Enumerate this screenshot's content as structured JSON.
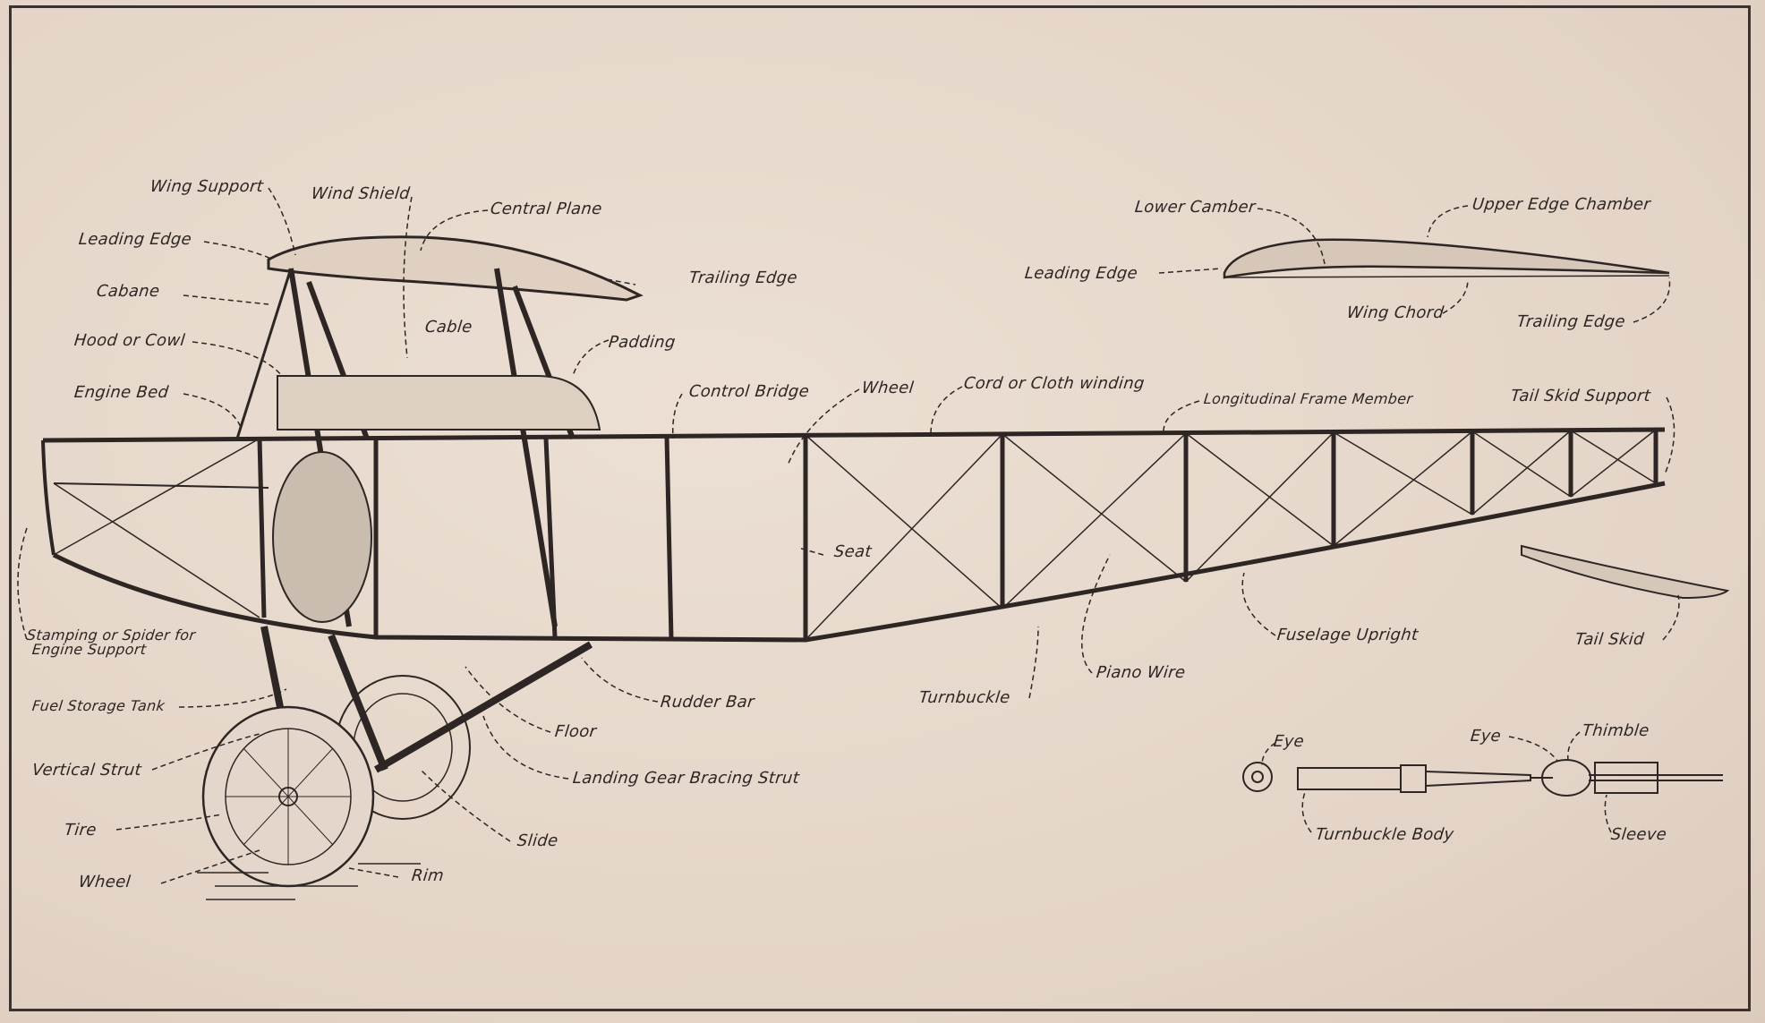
{
  "diagram": {
    "main_labels": {
      "wing_support": "Wing Support",
      "wind_shield": "Wind Shield",
      "central_plane": "Central Plane",
      "leading_edge": "Leading Edge",
      "trailing_edge": "Trailing Edge",
      "cabane": "Cabane",
      "cable": "Cable",
      "padding": "Padding",
      "hood_or_cowl": "Hood or Cowl",
      "engine_bed": "Engine Bed",
      "control_bridge": "Control Bridge",
      "wheel_control": "Wheel",
      "cord_winding": "Cord or Cloth winding",
      "longitudinal_member": "Longitudinal Frame Member",
      "tail_skid_support": "Tail Skid Support",
      "seat": "Seat",
      "stamping_line1": "Stamping or Spider for",
      "stamping_line2": "Engine Support",
      "fuel_tank": "Fuel Storage Tank",
      "rudder_bar": "Rudder Bar",
      "floor": "Floor",
      "vertical_strut": "Vertical Strut",
      "landing_gear_strut": "Landing Gear Bracing Strut",
      "tire": "Tire",
      "slide": "Slide",
      "wheel": "Wheel",
      "rim": "Rim",
      "turnbuckle": "Turnbuckle",
      "piano_wire": "Piano Wire",
      "fuselage_upright": "Fuselage Upright",
      "tail_skid": "Tail Skid"
    },
    "airfoil_labels": {
      "lower_camber": "Lower Camber",
      "upper_edge_chamber": "Upper Edge Chamber",
      "leading_edge": "Leading Edge",
      "wing_chord": "Wing Chord",
      "trailing_edge": "Trailing Edge"
    },
    "turnbuckle_labels": {
      "eye_left": "Eye",
      "eye_right": "Eye",
      "thimble": "Thimble",
      "turnbuckle_body": "Turnbuckle Body",
      "sleeve": "Sleeve"
    },
    "colors": {
      "paper": "#e6d8cc",
      "ink": "#2e2624"
    }
  }
}
